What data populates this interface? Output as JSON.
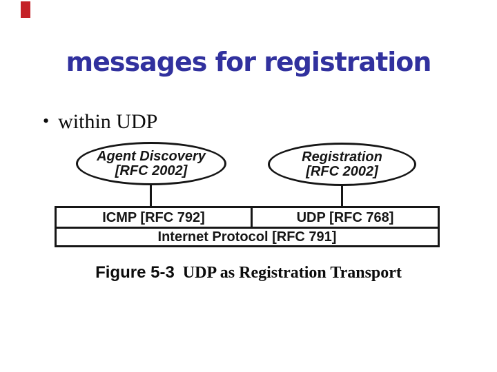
{
  "slide": {
    "title": "messages for registration",
    "bullet": {
      "glyph": "•",
      "text": "within UDP"
    }
  },
  "figure": {
    "ellipses": [
      {
        "line1": "Agent Discovery",
        "line2": "[RFC 2002]"
      },
      {
        "line1": "Registration",
        "line2": "[RFC 2002]"
      }
    ],
    "stack": {
      "icmp": "ICMP [RFC 792]",
      "udp": "UDP [RFC 768]",
      "internet_protocol": "Internet Protocol [RFC 791]"
    },
    "caption": {
      "label": "Figure 5-3",
      "text": "UDP as Registration Transport"
    }
  },
  "colors": {
    "title_ink": "#31319e",
    "body_ink": "#0c0c0c",
    "diagram_ink": "#161616",
    "corner_mark": "#c42127"
  }
}
